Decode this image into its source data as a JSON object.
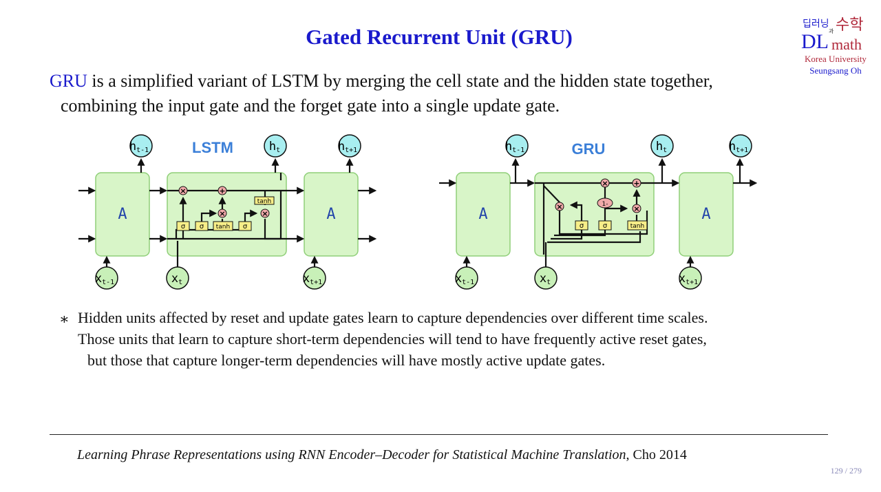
{
  "slide": {
    "title": "Gated Recurrent Unit (GRU)",
    "intro": {
      "term": "GRU",
      "line1_rest": " is a simplified variant of LSTM by merging the cell state and the hidden state together,",
      "line2": "combining the input gate and the forget gate into a single update gate."
    },
    "bullet": {
      "marker": "∗",
      "line1": "Hidden units affected by reset and update gates learn to capture dependencies over different time scales.",
      "line2": "Those units that learn to capture short-term dependencies will tend to have frequently active reset gates,",
      "line3": "but those that capture longer-term dependencies will have mostly active update gates."
    },
    "reference": {
      "title": "Learning Phrase Representations using RNN Encoder–Decoder for Statistical Machine Translation",
      "suffix": ", Cho 2014"
    },
    "page": "129 / 279"
  },
  "logo": {
    "kor_left": "딥러닝",
    "kor_mid": "과",
    "kor_right": "수학",
    "dl": "DL",
    "math": "math",
    "university": "Korea University",
    "author": "Seungsang Oh"
  },
  "diagram": {
    "lstm": {
      "label": "LSTM",
      "cell_label": "A",
      "h_prev": "h",
      "h_prev_sub": "t-1",
      "h_cur": "h",
      "h_cur_sub": "t",
      "h_next": "h",
      "h_next_sub": "t+1",
      "x_prev": "x",
      "x_prev_sub": "t-1",
      "x_cur": "x",
      "x_cur_sub": "t",
      "x_next": "x",
      "x_next_sub": "t+1",
      "gates": [
        "σ",
        "σ",
        "tanh",
        "σ"
      ],
      "tanh_out": "tanh",
      "ops": [
        "×",
        "+",
        "×",
        "×"
      ]
    },
    "gru": {
      "label": "GRU",
      "cell_label": "A",
      "h_prev": "h",
      "h_prev_sub": "t-1",
      "h_cur": "h",
      "h_cur_sub": "t",
      "h_next": "h",
      "h_next_sub": "t+1",
      "x_prev": "x",
      "x_prev_sub": "t-1",
      "x_cur": "x",
      "x_cur_sub": "t",
      "x_next": "x",
      "x_next_sub": "t+1",
      "gates": [
        "σ",
        "σ",
        "tanh"
      ],
      "one_minus": "1-",
      "ops": [
        "×",
        "+",
        "×",
        "×"
      ]
    },
    "colors": {
      "cell_fill": "#d8f5c8",
      "cell_stroke": "#8fcf78",
      "node_fill": "#a8eef0",
      "gate_fill": "#f7ee88",
      "op_fill": "#f0a9a9",
      "label_blue": "#3b7fd8"
    }
  }
}
